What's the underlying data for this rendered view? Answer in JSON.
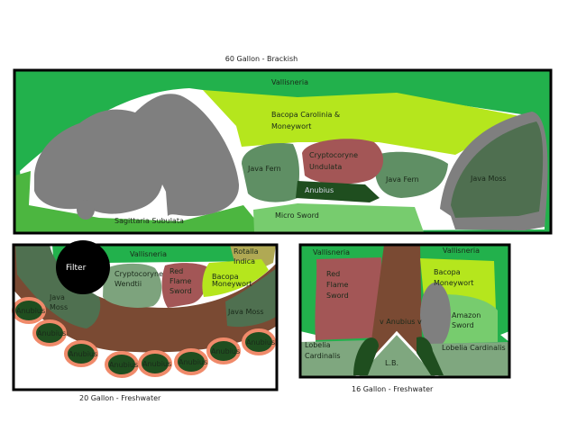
{
  "colors": {
    "vallisneria": "#22b14c",
    "bacopa": "#b5e61d",
    "sagittaria": "#4cb640",
    "microsword": "#77cc6e",
    "rock": "#7f7f7f",
    "javamoss": "#4f6f50",
    "javafern": "#5f8f64",
    "red": "#a35656",
    "anubius": "#1f4e1f",
    "anubius_outline": "#f08a6a",
    "brown": "#7a4a33",
    "rotalla": "#b0a954",
    "wendtii": "#7da37d",
    "lobelia": "#7fa77f",
    "filter": "#000000"
  },
  "tank60": {
    "title": "60 Gallon - Brackish",
    "labels": {
      "vallisneria": "Vallisneria",
      "bacopa_1": "Bacopa Carolinia &",
      "bacopa_2": "Moneywort",
      "crypto_1": "Cryptocoryne",
      "crypto_2": "Undulata",
      "java_fern_left": "Java Fern",
      "java_fern_right": "Java Fern",
      "anubius": "Anubius",
      "java_moss": "Java Moss",
      "sagittaria": "Sagittaria Subulata",
      "micro_sword": "Micro Sword"
    }
  },
  "tank20": {
    "title": "20 Gallon - Freshwater",
    "labels": {
      "vallisneria": "Vallisneria",
      "filter": "Filter",
      "rotalla_1": "Rotalla",
      "rotalla_2": "Indica",
      "crypto_1": "Cryptocoryne",
      "crypto_2": "Wendtii",
      "red_1": "Red",
      "red_2": "Flame",
      "red_3": "Sword",
      "bacopa_1": "Bacopa",
      "bacopa_2": "Moneywort",
      "java_moss_left_1": "Java",
      "java_moss_left_2": "Moss",
      "java_moss_right": "Java Moss"
    },
    "anubius": [
      "Anubius",
      "Anubius",
      "Anubius",
      "Anubius",
      "Anubius",
      "Anubius",
      "Anubius",
      "Anubius"
    ]
  },
  "tank16": {
    "title": "16 Gallon - Freshwater",
    "labels": {
      "vallisneria_left": "Vallisneria",
      "vallisneria_right": "Vallisneria",
      "red_1": "Red",
      "red_2": "Flame",
      "red_3": "Sword",
      "anubius": "v Anubius v",
      "bacopa_1": "Bacopa",
      "bacopa_2": "Moneywort",
      "amazon_1": "Amazon",
      "amazon_2": "Sword",
      "lobelia_left_1": "Lobelia",
      "lobelia_left_2": "Cardinalis",
      "lobelia_right": "Lobelia Cardinalis",
      "lb": "L.B."
    }
  }
}
